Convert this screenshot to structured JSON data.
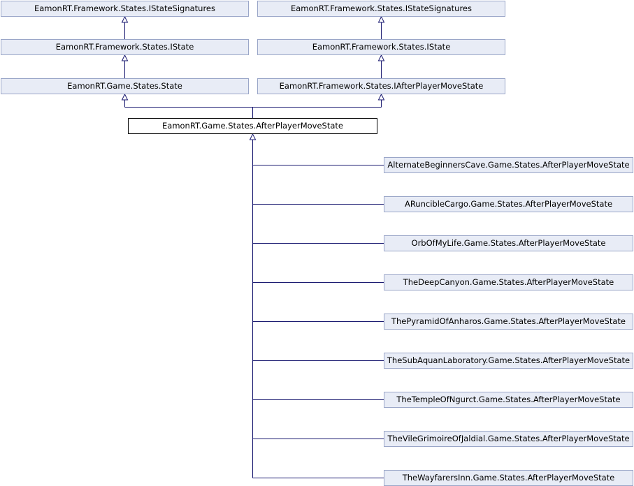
{
  "colors": {
    "edge": "#191970",
    "node_fill": "#e8ecf6",
    "node_border": "#9aa6c8",
    "focus_fill": "#ffffff",
    "focus_border": "#000000"
  },
  "nodes": {
    "left_signatures": "EamonRT.Framework.States.IStateSignatures",
    "right_signatures": "EamonRT.Framework.States.IStateSignatures",
    "left_istate": "EamonRT.Framework.States.IState",
    "right_istate": "EamonRT.Framework.States.IState",
    "state": "EamonRT.Game.States.State",
    "iafter": "EamonRT.Framework.States.IAfterPlayerMoveState",
    "focus": "EamonRT.Game.States.AfterPlayerMoveState",
    "derived": [
      "AlternateBeginnersCave.Game.States.AfterPlayerMoveState",
      "ARuncibleCargo.Game.States.AfterPlayerMoveState",
      "OrbOfMyLife.Game.States.AfterPlayerMoveState",
      "TheDeepCanyon.Game.States.AfterPlayerMoveState",
      "ThePyramidOfAnharos.Game.States.AfterPlayerMoveState",
      "TheSubAquanLaboratory.Game.States.AfterPlayerMoveState",
      "TheTempleOfNgurct.Game.States.AfterPlayerMoveState",
      "TheVileGrimoireOfJaldial.Game.States.AfterPlayerMoveState",
      "TheWayfarersInn.Game.States.AfterPlayerMoveState"
    ]
  }
}
